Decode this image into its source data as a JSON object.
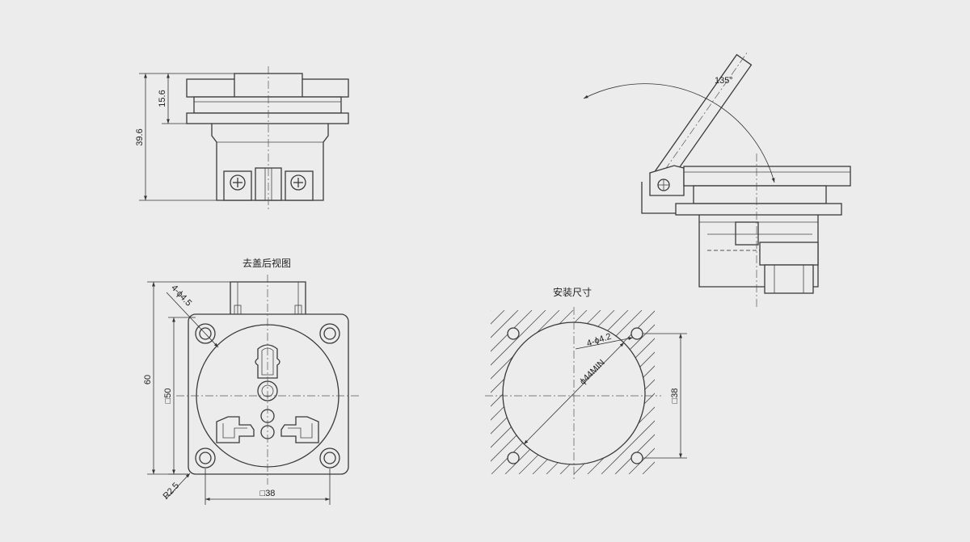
{
  "labels": {
    "dim_height_total": "39.6",
    "dim_height_cover": "15.6",
    "dim_angle": "135°",
    "title_cover_removed_view": "去盖后视图",
    "title_install_size": "安装尺寸",
    "dim_holes_socket": "4-ϕ4.5",
    "dim_outer_60": "60",
    "dim_pitch_50": "□50",
    "dim_radius": "R2.5",
    "dim_pitch_38_socket": "□38",
    "dim_holes_install": "4-ϕ4.2",
    "dim_cutout": "ϕ44MIN",
    "dim_pitch_38_install": "□38"
  },
  "colors": {
    "background": "#ececec",
    "line": "#3a3a3a"
  }
}
